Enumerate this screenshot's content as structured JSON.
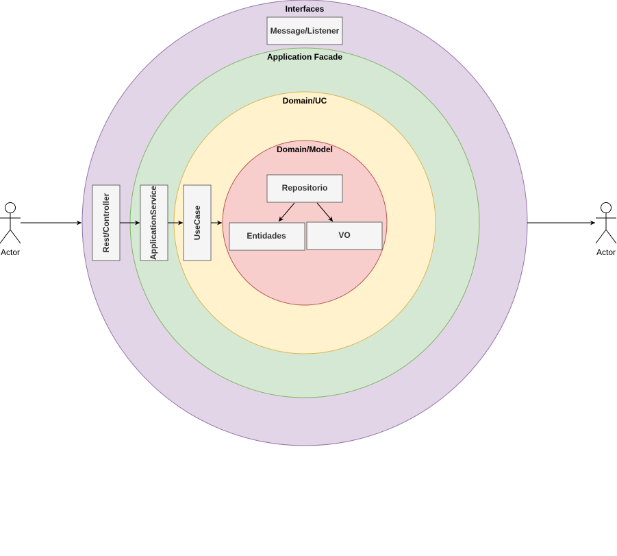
{
  "layers": {
    "interfaces": {
      "label": "Interfaces",
      "fill": "#e1d5e7",
      "stroke": "#9673a6"
    },
    "application_facade": {
      "label": "Application Facade",
      "fill": "#d5e8d4",
      "stroke": "#82b366"
    },
    "domain_uc": {
      "label": "Domain/UC",
      "fill": "#fff2cc",
      "stroke": "#d6b656"
    },
    "domain_model": {
      "label": "Domain/Model",
      "fill": "#f8cecc",
      "stroke": "#b85450"
    }
  },
  "boxes": {
    "message_listener": "Message/Listener",
    "rest_controller": "Rest/Controller",
    "application_service": "ApplicationService",
    "use_case": "UseCase",
    "repositorio": "Repositorio",
    "entidades": "Entidades",
    "vo": "VO"
  },
  "actors": {
    "left": "Actor",
    "right": "Actor"
  }
}
